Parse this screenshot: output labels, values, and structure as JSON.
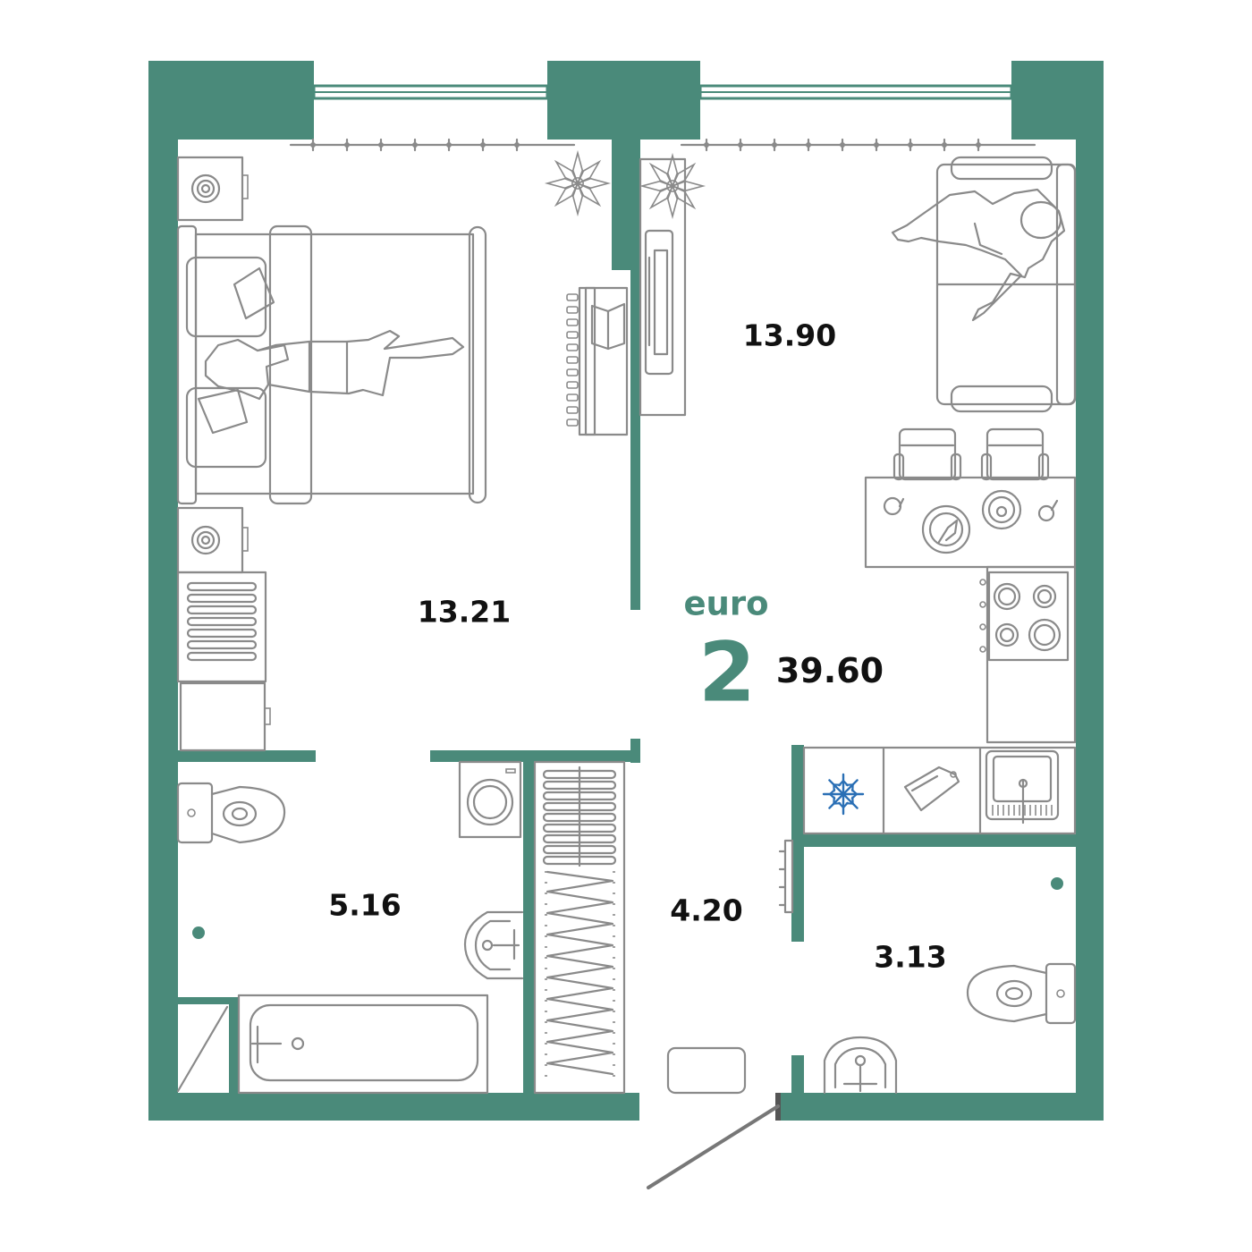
{
  "plan": {
    "apartment_type_word": "euro",
    "apartment_type_number": "2",
    "total_area": "39.60",
    "rooms": [
      {
        "id": "bedroom",
        "area": "13.21"
      },
      {
        "id": "living-kitchen",
        "area": "13.90"
      },
      {
        "id": "bathroom",
        "area": "5.16"
      },
      {
        "id": "hallway",
        "area": "4.20"
      },
      {
        "id": "toilet",
        "area": "3.13"
      }
    ]
  },
  "colors": {
    "wall": "#4a8a7a",
    "furniture_line": "#8a8a8a",
    "freezer_icon": "#2a6fb5",
    "text": "#111111",
    "background": "#ffffff"
  },
  "icons": [
    "snowflake-icon",
    "flower-icon",
    "stove-burner-icon",
    "sink-icon",
    "toilet-icon",
    "washing-machine-icon"
  ]
}
